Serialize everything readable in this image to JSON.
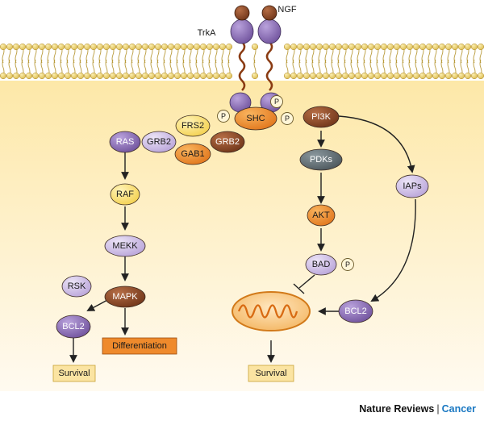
{
  "diagram": {
    "receptor_label": "TrkA",
    "ligand_label": "NGF",
    "phospho_label": "P",
    "nodes": {
      "shc": "SHC",
      "pi3k": "PI3K",
      "frs2": "FRS2",
      "ras": "RAS",
      "grb2_left": "GRB2",
      "grb2_right": "GRB2",
      "gab1": "GAB1",
      "raf": "RAF",
      "mekk": "MEKK",
      "rsk": "RSK",
      "mapk": "MAPK",
      "bcl2_left": "BCL2",
      "differentiation": "Differentiation",
      "survival_left": "Survival",
      "pdks": "PDKs",
      "akt": "AKT",
      "bad": "BAD",
      "iaps": "IAPs",
      "bcl2_right": "BCL2",
      "survival_right": "Survival"
    },
    "colors": {
      "cytoplasm_top": "#fde8a8",
      "cytoplasm_bottom": "#fffaf0",
      "membrane_head": "#e8cf6a",
      "purple": "#8e6fb8",
      "brown": "#8a4a2a",
      "orange": "#ef8a2c",
      "yellow": "#f8dc6a",
      "lavender": "#cdbde6",
      "slate": "#5f6a70",
      "mito": "#f0a53a"
    }
  },
  "footer": {
    "publisher": "Nature Reviews",
    "separator": "|",
    "journal": "Cancer"
  }
}
